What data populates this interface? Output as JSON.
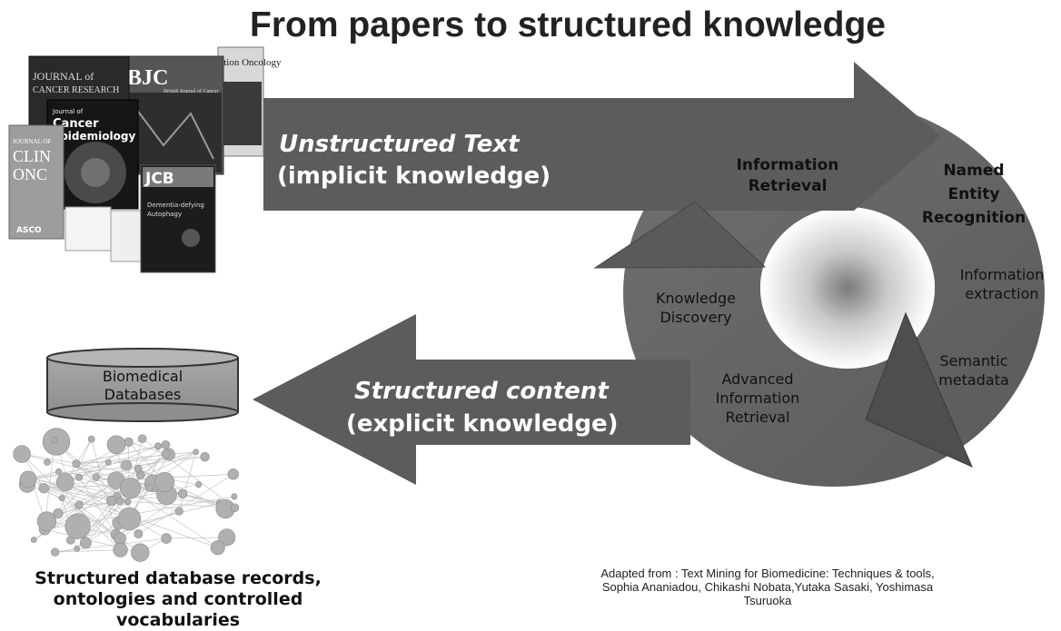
{
  "title": "From papers to structured knowledge",
  "top_arrow": {
    "line1": "Unstructured Text",
    "line2": "(implicit knowledge)"
  },
  "bottom_arrow": {
    "line1": "Structured content",
    "line2": "(explicit knowledge)"
  },
  "cycle": {
    "information_retrieval": [
      "Information",
      "Retrieval"
    ],
    "named_entity_recognition": [
      "Named",
      "Entity",
      "Recognition"
    ],
    "information_extraction": [
      "Information",
      "extraction"
    ],
    "semantic_metadata": [
      "Semantic",
      "metadata"
    ],
    "advanced_information_retrieval": [
      "Advanced",
      "Information",
      "Retrieval"
    ],
    "knowledge_discovery": [
      "Knowledge",
      "Discovery"
    ]
  },
  "journals": {
    "cancer_research": [
      "JOURNAL of",
      "CANCER RESEARCH"
    ],
    "bjc": {
      "name": "BJC",
      "subtitle": "British Journal of Cancer"
    },
    "oncology": "Radiation Oncology",
    "cancer_epidemiology": [
      "Journal of",
      "Cancer",
      "Epidemiology"
    ],
    "clin_onc": [
      "JOURNAL OF",
      "CLIN",
      "ONC"
    ],
    "asco": "ASCO",
    "jcb": "JCB",
    "jcb_article": [
      "Dementia-defying",
      "Autophagy"
    ]
  },
  "database": {
    "label": [
      "Biomedical",
      "Databases"
    ]
  },
  "bottom_caption": [
    "Structured database records,",
    "ontologies and controlled",
    "vocabularies"
  ],
  "citation": [
    "Adapted from : Text Mining for Biomedicine: Techniques & tools,",
    "Sophia Ananiadou, Chikashi Nobata,Yutaka Sasaki, Yoshimasa",
    "Tsuruoka"
  ]
}
